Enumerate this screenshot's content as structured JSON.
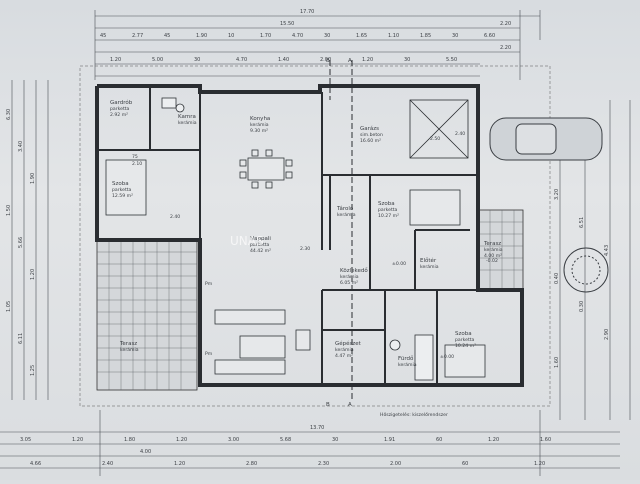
{
  "plan": {
    "dims_top": {
      "overall": "17.70",
      "mid": "15.50",
      "right_a": "2.20",
      "right_b": "2.20",
      "row1": [
        "45",
        "2.77",
        "45",
        "1.90",
        "10",
        "1.70",
        "4.70",
        "30",
        "1.65",
        "1.10",
        "1.85",
        "30",
        "6.60"
      ],
      "row2": [
        "1.20",
        "5.00",
        "30",
        "4.70",
        "1.40",
        "2.00",
        "1.20",
        "30",
        "5.50"
      ]
    },
    "dims_left": [
      "6.30",
      "3.40",
      "1.90",
      "1.50",
      "5.66",
      "1.20",
      "1.05",
      "6.11",
      "1.25"
    ],
    "dims_right": [
      "3.20",
      "6.51",
      "4.43",
      "0.40",
      "0.30",
      "2.90",
      "1.60"
    ],
    "dims_bottom": {
      "overall": "13.70",
      "mid": "4.00",
      "row1": [
        "3.05",
        "1.20",
        "1.80",
        "1.20",
        "3.00",
        "5.68",
        "30",
        "1.91",
        "60",
        "1.20",
        "1.60"
      ],
      "row2": [
        "4.66",
        "2.40",
        "1.20",
        "2.80",
        "2.30",
        "2.00",
        "60",
        "1.20"
      ],
      "note": "Hőszigetelés: kiszelőrendszer"
    },
    "rooms": [
      {
        "id": "gardrob",
        "name": "Gardrób",
        "floor": "parketta",
        "area": "2.92 m²"
      },
      {
        "id": "kamra",
        "name": "Kamra",
        "floor": "kerámia",
        "area": ""
      },
      {
        "id": "konyha",
        "name": "Konyha",
        "floor": "kerámia",
        "area": "9.30 m²"
      },
      {
        "id": "szoba1",
        "name": "Szoba",
        "floor": "parketta",
        "area": "12.59 m²"
      },
      {
        "id": "nappali",
        "name": "Nappali",
        "floor": "parketta",
        "area": "44.42 m²"
      },
      {
        "id": "garazs",
        "name": "Garázs",
        "floor": "sim.beton",
        "area": "16.60 m²"
      },
      {
        "id": "tarolo",
        "name": "Tároló",
        "floor": "kerámia",
        "area": ""
      },
      {
        "id": "szoba2",
        "name": "Szoba",
        "floor": "parketta",
        "area": "10.27 m²"
      },
      {
        "id": "kozlekedo",
        "name": "Közlekedő",
        "floor": "kerámia",
        "area": "6.05 m²"
      },
      {
        "id": "eloter",
        "name": "Előtér",
        "floor": "kerámia",
        "area": ""
      },
      {
        "id": "terasz_r",
        "name": "Terasz",
        "floor": "kerámia",
        "area": "4.00 m²"
      },
      {
        "id": "gepeszet",
        "name": "Gépészet",
        "floor": "kerámia",
        "area": "4.47 m²"
      },
      {
        "id": "furdo",
        "name": "Fürdő",
        "floor": "kerámia",
        "area": ""
      },
      {
        "id": "szoba3",
        "name": "Szoba",
        "floor": "parketta",
        "area": "10.24 m²"
      },
      {
        "id": "terasz_l",
        "name": "Terasz",
        "floor": "kerámia",
        "area": ""
      }
    ],
    "section_markers": [
      "A",
      "A",
      "B",
      "B"
    ],
    "misc_labels": [
      "75",
      "2.10",
      "2.40",
      "2.30",
      "2.50",
      "2.40",
      "±0.00",
      "±0.00",
      "-0.02",
      "Pm",
      "Pm"
    ],
    "levels": [
      "±0.00",
      "-0.02"
    ],
    "watermark": "UNAS"
  }
}
